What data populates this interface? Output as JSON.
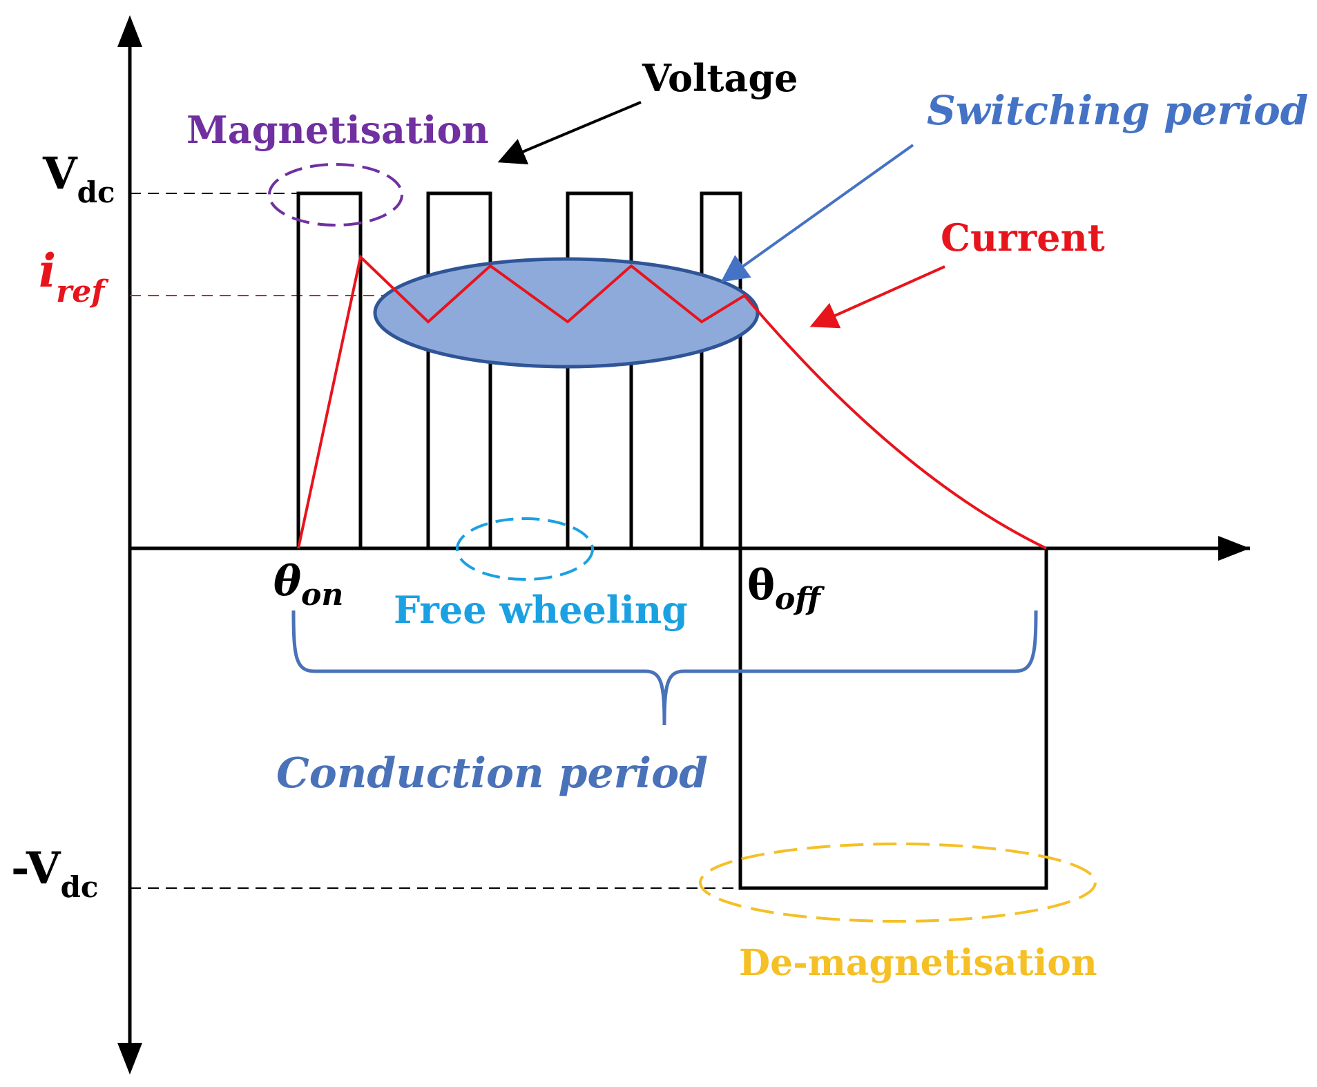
{
  "axes": {
    "vdc_main": "V",
    "vdc_sub": "dc",
    "neg_vdc_main": "-V",
    "neg_vdc_sub": "dc",
    "iref_main": "i",
    "iref_sub": "ref",
    "theta_on_main": "θ",
    "theta_on_sub": "on",
    "theta_off_main": "θ",
    "theta_off_sub": "off"
  },
  "labels": {
    "voltage": "Voltage",
    "current": "Current",
    "magnetisation": "Magnetisation",
    "switching_period": "Switching period",
    "free_wheeling": "Free wheeling",
    "conduction_period": "Conduction period",
    "demagnetisation": "De-magnetisation"
  },
  "colors": {
    "axis": "#000000",
    "voltage": "#000000",
    "current": "#e8141c",
    "magnetisation": "#7030a0",
    "switching": "#4472c4",
    "switching_fill": "#8eaadb",
    "switching_stroke": "#2f5597",
    "free_wheeling": "#1ba1e2",
    "conduction": "#4a72b8",
    "demagnetisation": "#f5c026"
  }
}
